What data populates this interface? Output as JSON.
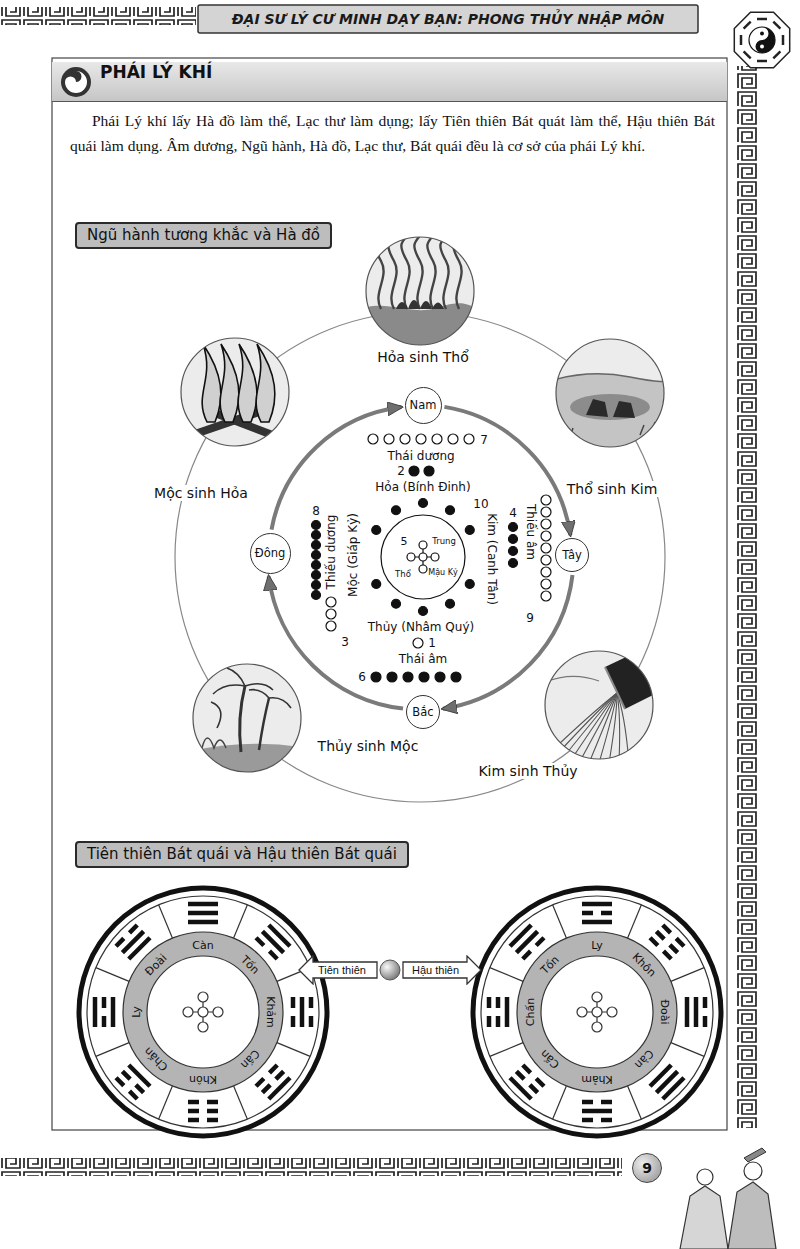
{
  "diagram": {
    "title": "ĐẠI SƯ LÝ CƯ MINH DẠY BẠN: PHONG THỦY NHẬP MÔN",
    "nodes": [
      {
        "text": [
          "PHÁI LÝ KHÍ"
        ]
      },
      {
        "text": [
          "Ngũ hành tương khắc và Hà đồ"
        ]
      },
      {
        "text": [
          "Nam"
        ]
      },
      {
        "text": [
          "Tây"
        ]
      },
      {
        "text": [
          "Bắc"
        ]
      },
      {
        "text": [
          "Đông"
        ]
      },
      {
        "text": [
          "Tiên thiên Bát quái và Hậu thiên Bát quái"
        ]
      },
      {
        "text": [
          "Tiên thiên"
        ]
      },
      {
        "text": [
          "Hậu thiên"
        ]
      },
      {
        "text": [
          "9"
        ]
      }
    ],
    "edges": [
      {
        "from": 2,
        "to": 3,
        "arrow": "to"
      },
      {
        "from": 3,
        "to": 4,
        "arrow": "to"
      },
      {
        "from": 4,
        "to": 5,
        "arrow": "to"
      },
      {
        "from": 5,
        "to": 2,
        "arrow": "to"
      }
    ],
    "labels": [
      "Phái Lý khí lấy Hà đồ làm thể, Lạc thư làm dụng; lấy Tiên thiên Bát quát làm thể, Hậu thiên Bát quái làm dụng. Âm dương, Ngũ hành, Hà đồ, Lạc thư, Bát quái đều là cơ sở của phái Lý khí.",
      "Hỏa sinh Thổ",
      "Thổ sinh Kim",
      "Mộc sinh Hỏa",
      "Thủy sinh Mộc",
      "Kim sinh Thủy",
      "7",
      "Thái dương",
      "2",
      "Hỏa (Bính Đinh)",
      "10",
      "8",
      "Thiếu dương",
      "Mộc (Giáp Kỷ)",
      "3",
      "4",
      "Thiếu âm",
      "Kim (Canh Tân)",
      "9",
      "5",
      "Trung",
      "Thổ",
      "Mậu Kỷ",
      "Thủy (Nhâm Quý)",
      "1",
      "6",
      "Thái âm",
      "Càn",
      "Tốn",
      "Khảm",
      "Cấn",
      "Khôn",
      "Chấn",
      "Ly",
      "Đoài",
      "Ly",
      "Khôn",
      "Đoài",
      "Càn",
      "Khảm",
      "Cấn",
      "Chấn",
      "Tốn"
    ]
  }
}
